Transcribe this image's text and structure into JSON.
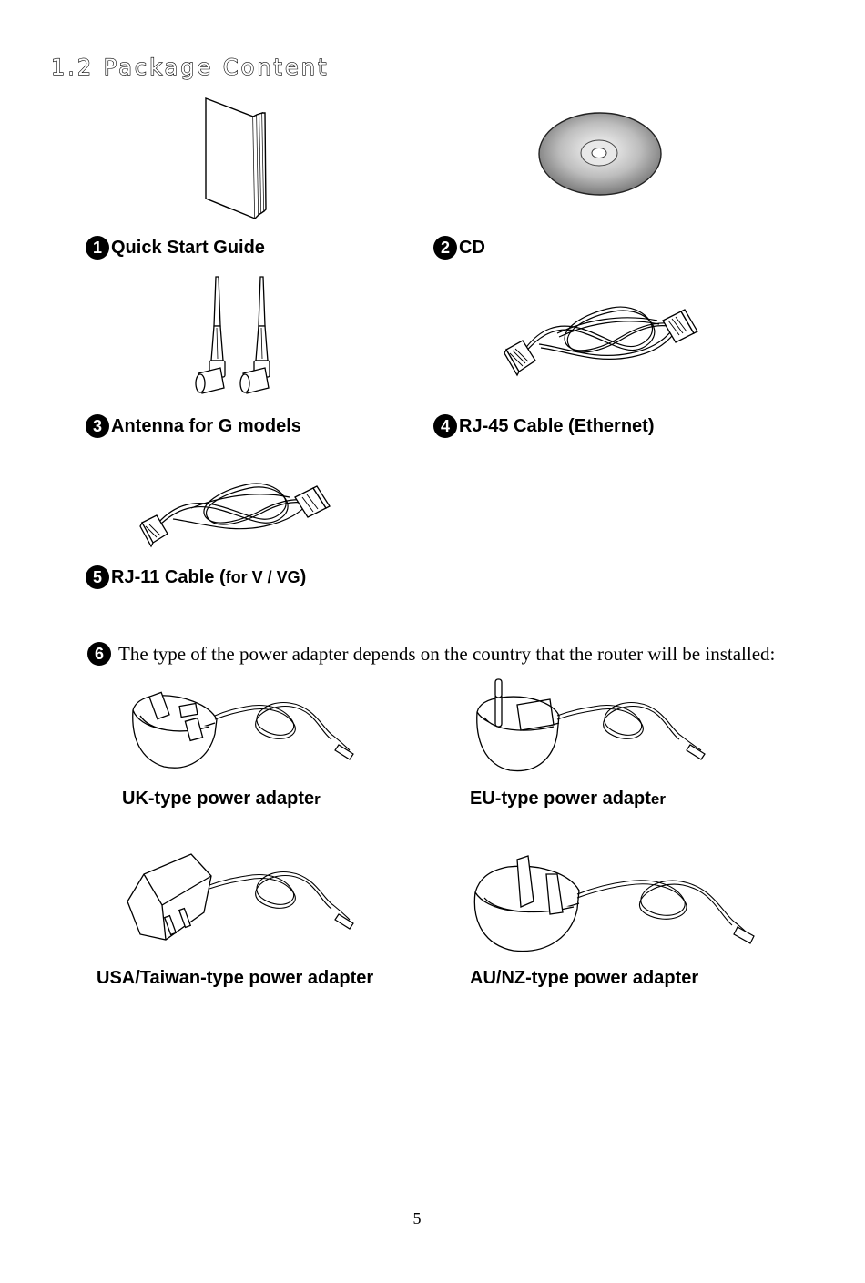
{
  "section_title": "1.2 Package Content",
  "items": [
    {
      "num": "1",
      "label": "Quick Start Guide",
      "image": "booklet-icon"
    },
    {
      "num": "2",
      "label": "CD",
      "image": "cd-icon"
    },
    {
      "num": "3",
      "label": "Antenna for G models",
      "image": "antenna-icon"
    },
    {
      "num": "4",
      "label": "RJ-45 Cable (Ethernet)",
      "image": "rj45-cable-icon"
    },
    {
      "num": "5",
      "label": "RJ-11 Cable ( ",
      "label_small": "for V / VG",
      "label_end": " )",
      "image": "rj11-cable-icon"
    }
  ],
  "adapter_intro": {
    "num": "6",
    "text": "The type of the power adapter depends on the country that the router will be installed:"
  },
  "adapters": [
    {
      "label": "UK-type power adapte",
      "label_tail": "r",
      "image": "uk-adapter-icon"
    },
    {
      "label": "EU-type power adapt",
      "label_tail": "er",
      "image": "eu-adapter-icon"
    },
    {
      "label": "USA/Taiwan-type power adapter",
      "label_tail": "",
      "image": "usa-adapter-icon"
    },
    {
      "label": "AU/NZ-type power adapter",
      "label_tail": "",
      "image": "aunz-adapter-icon"
    }
  ],
  "page_number": "5"
}
